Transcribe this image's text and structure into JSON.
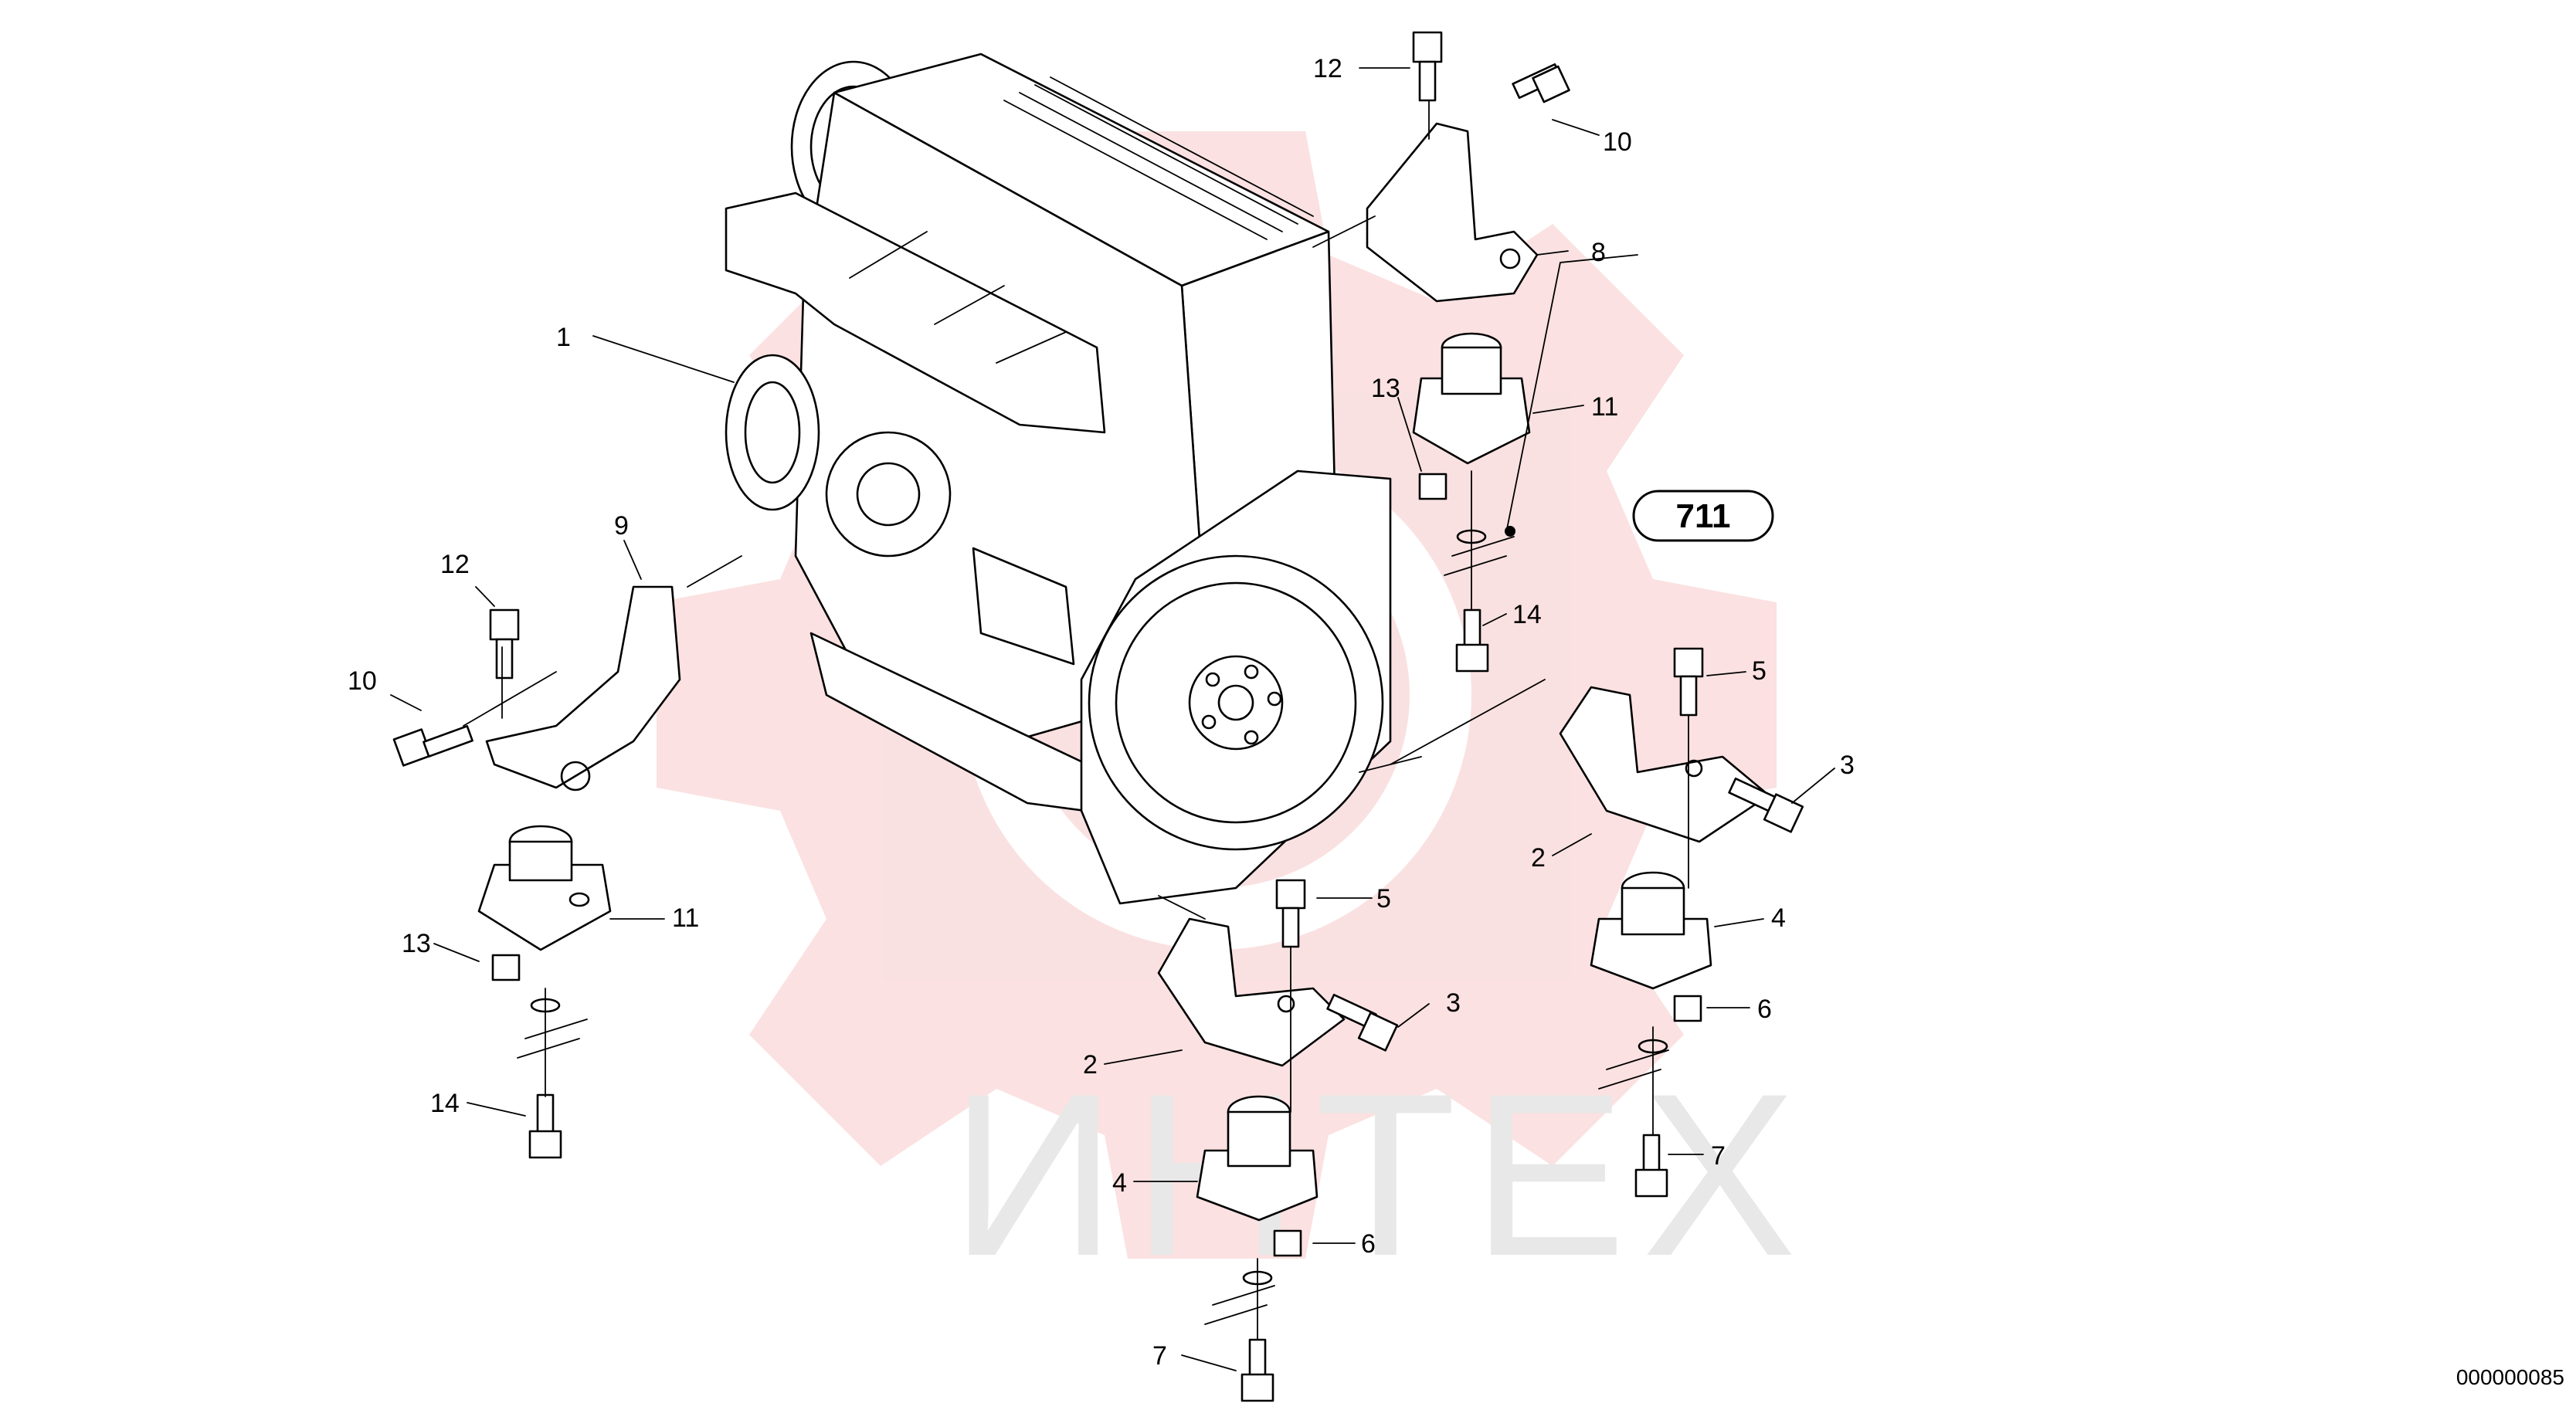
{
  "watermark": {
    "text": "ИНТЕХ",
    "gear_color": "#f7c9c9",
    "text_color": "#e8e8e8"
  },
  "reference_box": {
    "label": "711"
  },
  "drawing_code": "000000085",
  "callouts": {
    "c1": "1",
    "c2a": "2",
    "c2b": "2",
    "c3a": "3",
    "c3b": "3",
    "c4a": "4",
    "c4b": "4",
    "c5a": "5",
    "c5b": "5",
    "c6a": "6",
    "c6b": "6",
    "c7a": "7",
    "c7b": "7",
    "c8": "8",
    "c9": "9",
    "c10a": "10",
    "c10b": "10",
    "c11a": "11",
    "c11b": "11",
    "c12a": "12",
    "c12b": "12",
    "c13a": "13",
    "c13b": "13",
    "c14a": "14",
    "c14b": "14"
  }
}
